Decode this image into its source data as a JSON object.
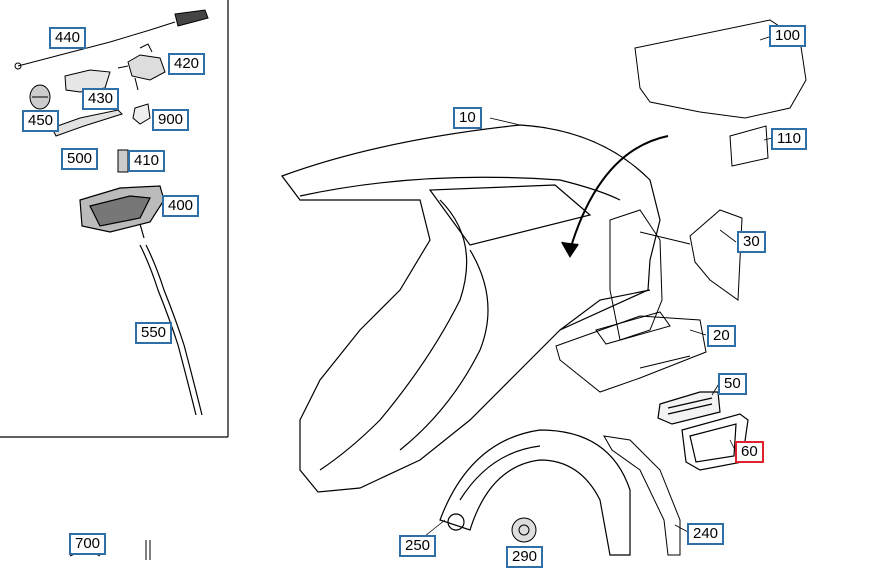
{
  "diagram": {
    "parts": [
      {
        "id": "p440",
        "label": "440"
      },
      {
        "id": "p420",
        "label": "420"
      },
      {
        "id": "p430",
        "label": "430"
      },
      {
        "id": "p450",
        "label": "450"
      },
      {
        "id": "p900",
        "label": "900"
      },
      {
        "id": "p500",
        "label": "500"
      },
      {
        "id": "p410",
        "label": "410"
      },
      {
        "id": "p400",
        "label": "400"
      },
      {
        "id": "p550",
        "label": "550"
      },
      {
        "id": "p100",
        "label": "100"
      },
      {
        "id": "p110",
        "label": "110"
      },
      {
        "id": "p10",
        "label": "10"
      },
      {
        "id": "p30",
        "label": "30"
      },
      {
        "id": "p20",
        "label": "20"
      },
      {
        "id": "p50",
        "label": "50"
      },
      {
        "id": "p60",
        "label": "60"
      },
      {
        "id": "p240",
        "label": "240"
      },
      {
        "id": "p250",
        "label": "250"
      },
      {
        "id": "p290",
        "label": "290"
      },
      {
        "id": "p700",
        "label": "700"
      }
    ],
    "selected_part": "60",
    "colors": {
      "callout_border": "#2f6fa8",
      "selected_border": "#e0202a",
      "line": "#000000"
    }
  }
}
